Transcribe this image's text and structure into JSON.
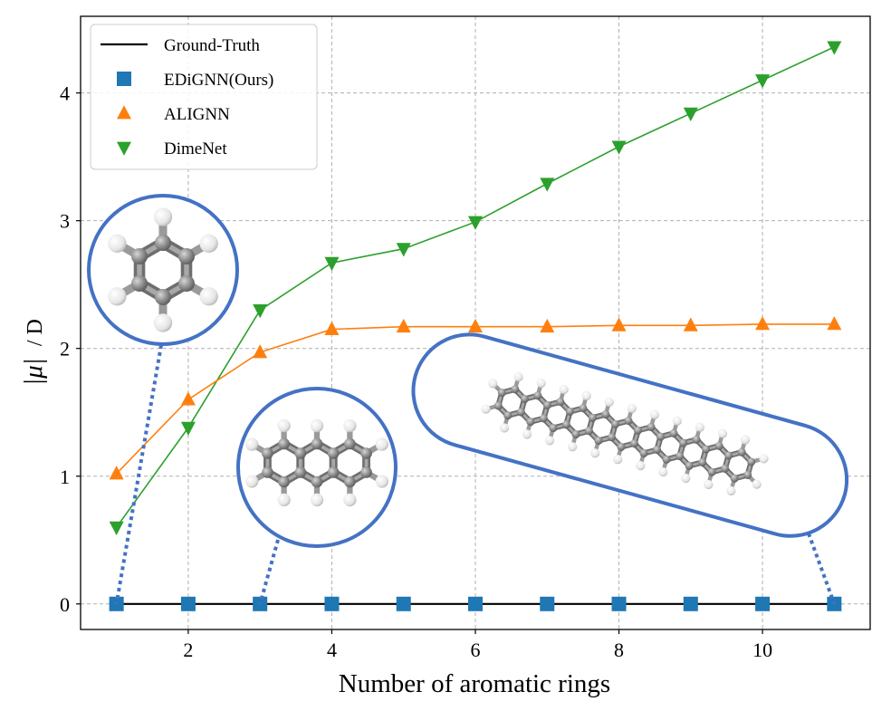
{
  "chart_data": {
    "type": "line",
    "title": "",
    "xlabel": "Number of aromatic rings",
    "ylabel": "/ D",
    "ylabel_symbol": "|μ|",
    "xlim": [
      0.5,
      11.5
    ],
    "ylim": [
      -0.2,
      4.6
    ],
    "xticks": [
      2,
      4,
      6,
      8,
      10
    ],
    "yticks": [
      0,
      1,
      2,
      3,
      4
    ],
    "xtick_labels": [
      "2",
      "4",
      "6",
      "8",
      "10"
    ],
    "ytick_labels": [
      "0",
      "1",
      "2",
      "3",
      "4"
    ],
    "grid": true,
    "legend_position": "top-left",
    "x": [
      1,
      2,
      3,
      4,
      5,
      6,
      7,
      8,
      9,
      10,
      11
    ],
    "series": [
      {
        "name": "Ground-Truth",
        "marker": "line",
        "color": "#000000",
        "values": [
          0,
          0,
          0,
          0,
          0,
          0,
          0,
          0,
          0,
          0,
          0
        ]
      },
      {
        "name": "EDiGNN(Ours)",
        "marker": "square",
        "color": "#1f77b4",
        "values": [
          0,
          0,
          0,
          0,
          0,
          0,
          0,
          0,
          0,
          0,
          0
        ]
      },
      {
        "name": "ALIGNN",
        "marker": "triangle-up",
        "color": "#ff7f0e",
        "values": [
          1.02,
          1.6,
          1.97,
          2.15,
          2.17,
          2.17,
          2.17,
          2.18,
          2.18,
          2.19,
          2.19
        ]
      },
      {
        "name": "DimeNet",
        "marker": "triangle-down",
        "color": "#2ca02c",
        "values": [
          0.6,
          1.38,
          2.3,
          2.67,
          2.78,
          2.99,
          3.29,
          3.58,
          3.84,
          4.1,
          4.36
        ]
      }
    ],
    "annotations": [
      {
        "name": "benzene",
        "rings": 1,
        "anchor_x": 1
      },
      {
        "name": "anthracene",
        "rings": 3,
        "anchor_x": 3
      },
      {
        "name": "undecacene",
        "rings": 11,
        "anchor_x": 11
      }
    ],
    "annotation_color": "#4472c4"
  }
}
